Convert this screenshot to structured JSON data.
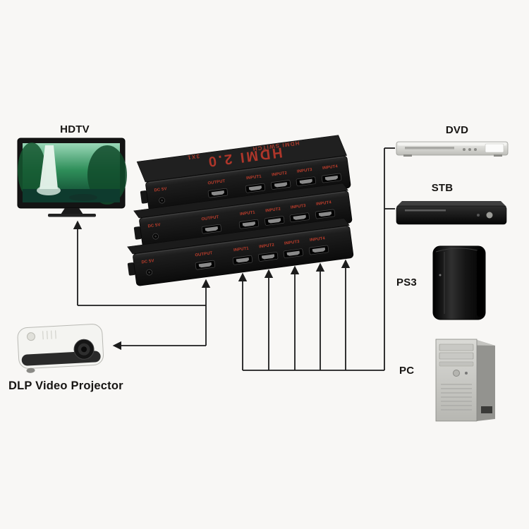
{
  "image": {
    "background": "#f8f7f5",
    "accent_red": "#b23a2c",
    "line_color": "#1c1c1c"
  },
  "labels": {
    "hdtv": "HDTV",
    "dvd": "DVD",
    "stb": "STB",
    "ps3": "PS3",
    "pc": "PC",
    "projector": "DLP Video Projector"
  },
  "switch": {
    "title": "HDMI 2.0",
    "model": "HDMI SWITCH",
    "variant": "3X1",
    "ports": {
      "power": "DC 5V",
      "output": "OUTPUT",
      "input1": "INPUT1",
      "input2": "INPUT2",
      "input3": "INPUT3",
      "input4": "INPUT4"
    }
  }
}
